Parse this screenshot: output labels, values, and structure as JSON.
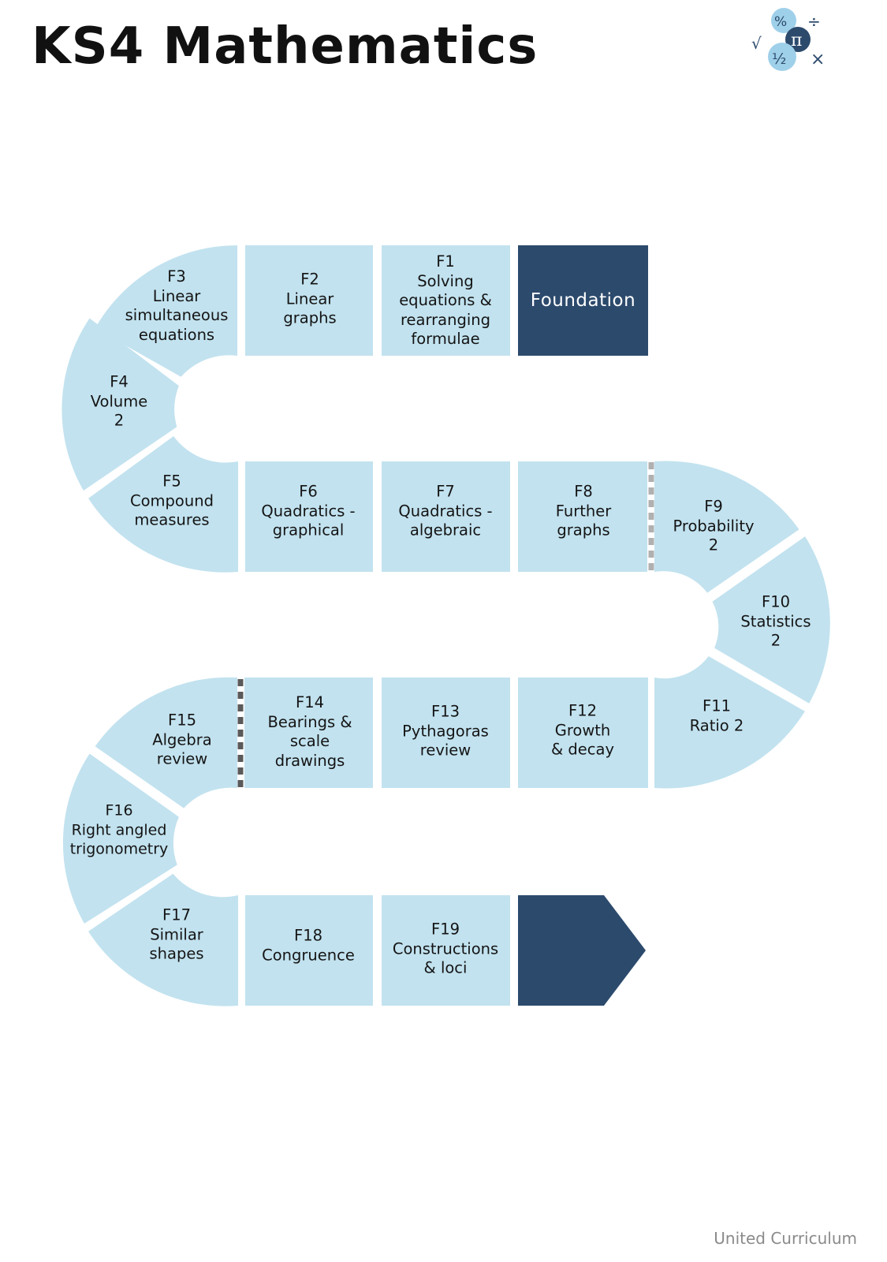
{
  "title": "KS4 Mathematics",
  "footer": "United Curriculum",
  "logo": {
    "icon_name": "maths-symbols-logo",
    "symbols": [
      "%",
      "π",
      "½",
      "÷",
      "√",
      "×"
    ]
  },
  "stage_label": "Foundation",
  "colors": {
    "tile": "#c2e2ef",
    "dark": "#2c4a6c",
    "divider": "#5a5a5a"
  },
  "units": [
    {
      "code": "F1",
      "name": "Solving equations & rearranging formulae"
    },
    {
      "code": "F2",
      "name": "Linear graphs"
    },
    {
      "code": "F3",
      "name": "Linear simultaneous equations"
    },
    {
      "code": "F4",
      "name": "Volume 2"
    },
    {
      "code": "F5",
      "name": "Compound measures"
    },
    {
      "code": "F6",
      "name": "Quadratics - graphical"
    },
    {
      "code": "F7",
      "name": "Quadratics - algebraic"
    },
    {
      "code": "F8",
      "name": "Further graphs"
    },
    {
      "code": "F9",
      "name": "Probability 2"
    },
    {
      "code": "F10",
      "name": "Statistics 2"
    },
    {
      "code": "F11",
      "name": "Ratio 2"
    },
    {
      "code": "F12",
      "name": "Growth & decay"
    },
    {
      "code": "F13",
      "name": "Pythagoras review"
    },
    {
      "code": "F14",
      "name": "Bearings & scale drawings"
    },
    {
      "code": "F15",
      "name": "Algebra review"
    },
    {
      "code": "F16",
      "name": "Right angled trigonometry"
    },
    {
      "code": "F17",
      "name": "Similar shapes"
    },
    {
      "code": "F18",
      "name": "Congruence"
    },
    {
      "code": "F19",
      "name": "Constructions & loci"
    }
  ]
}
